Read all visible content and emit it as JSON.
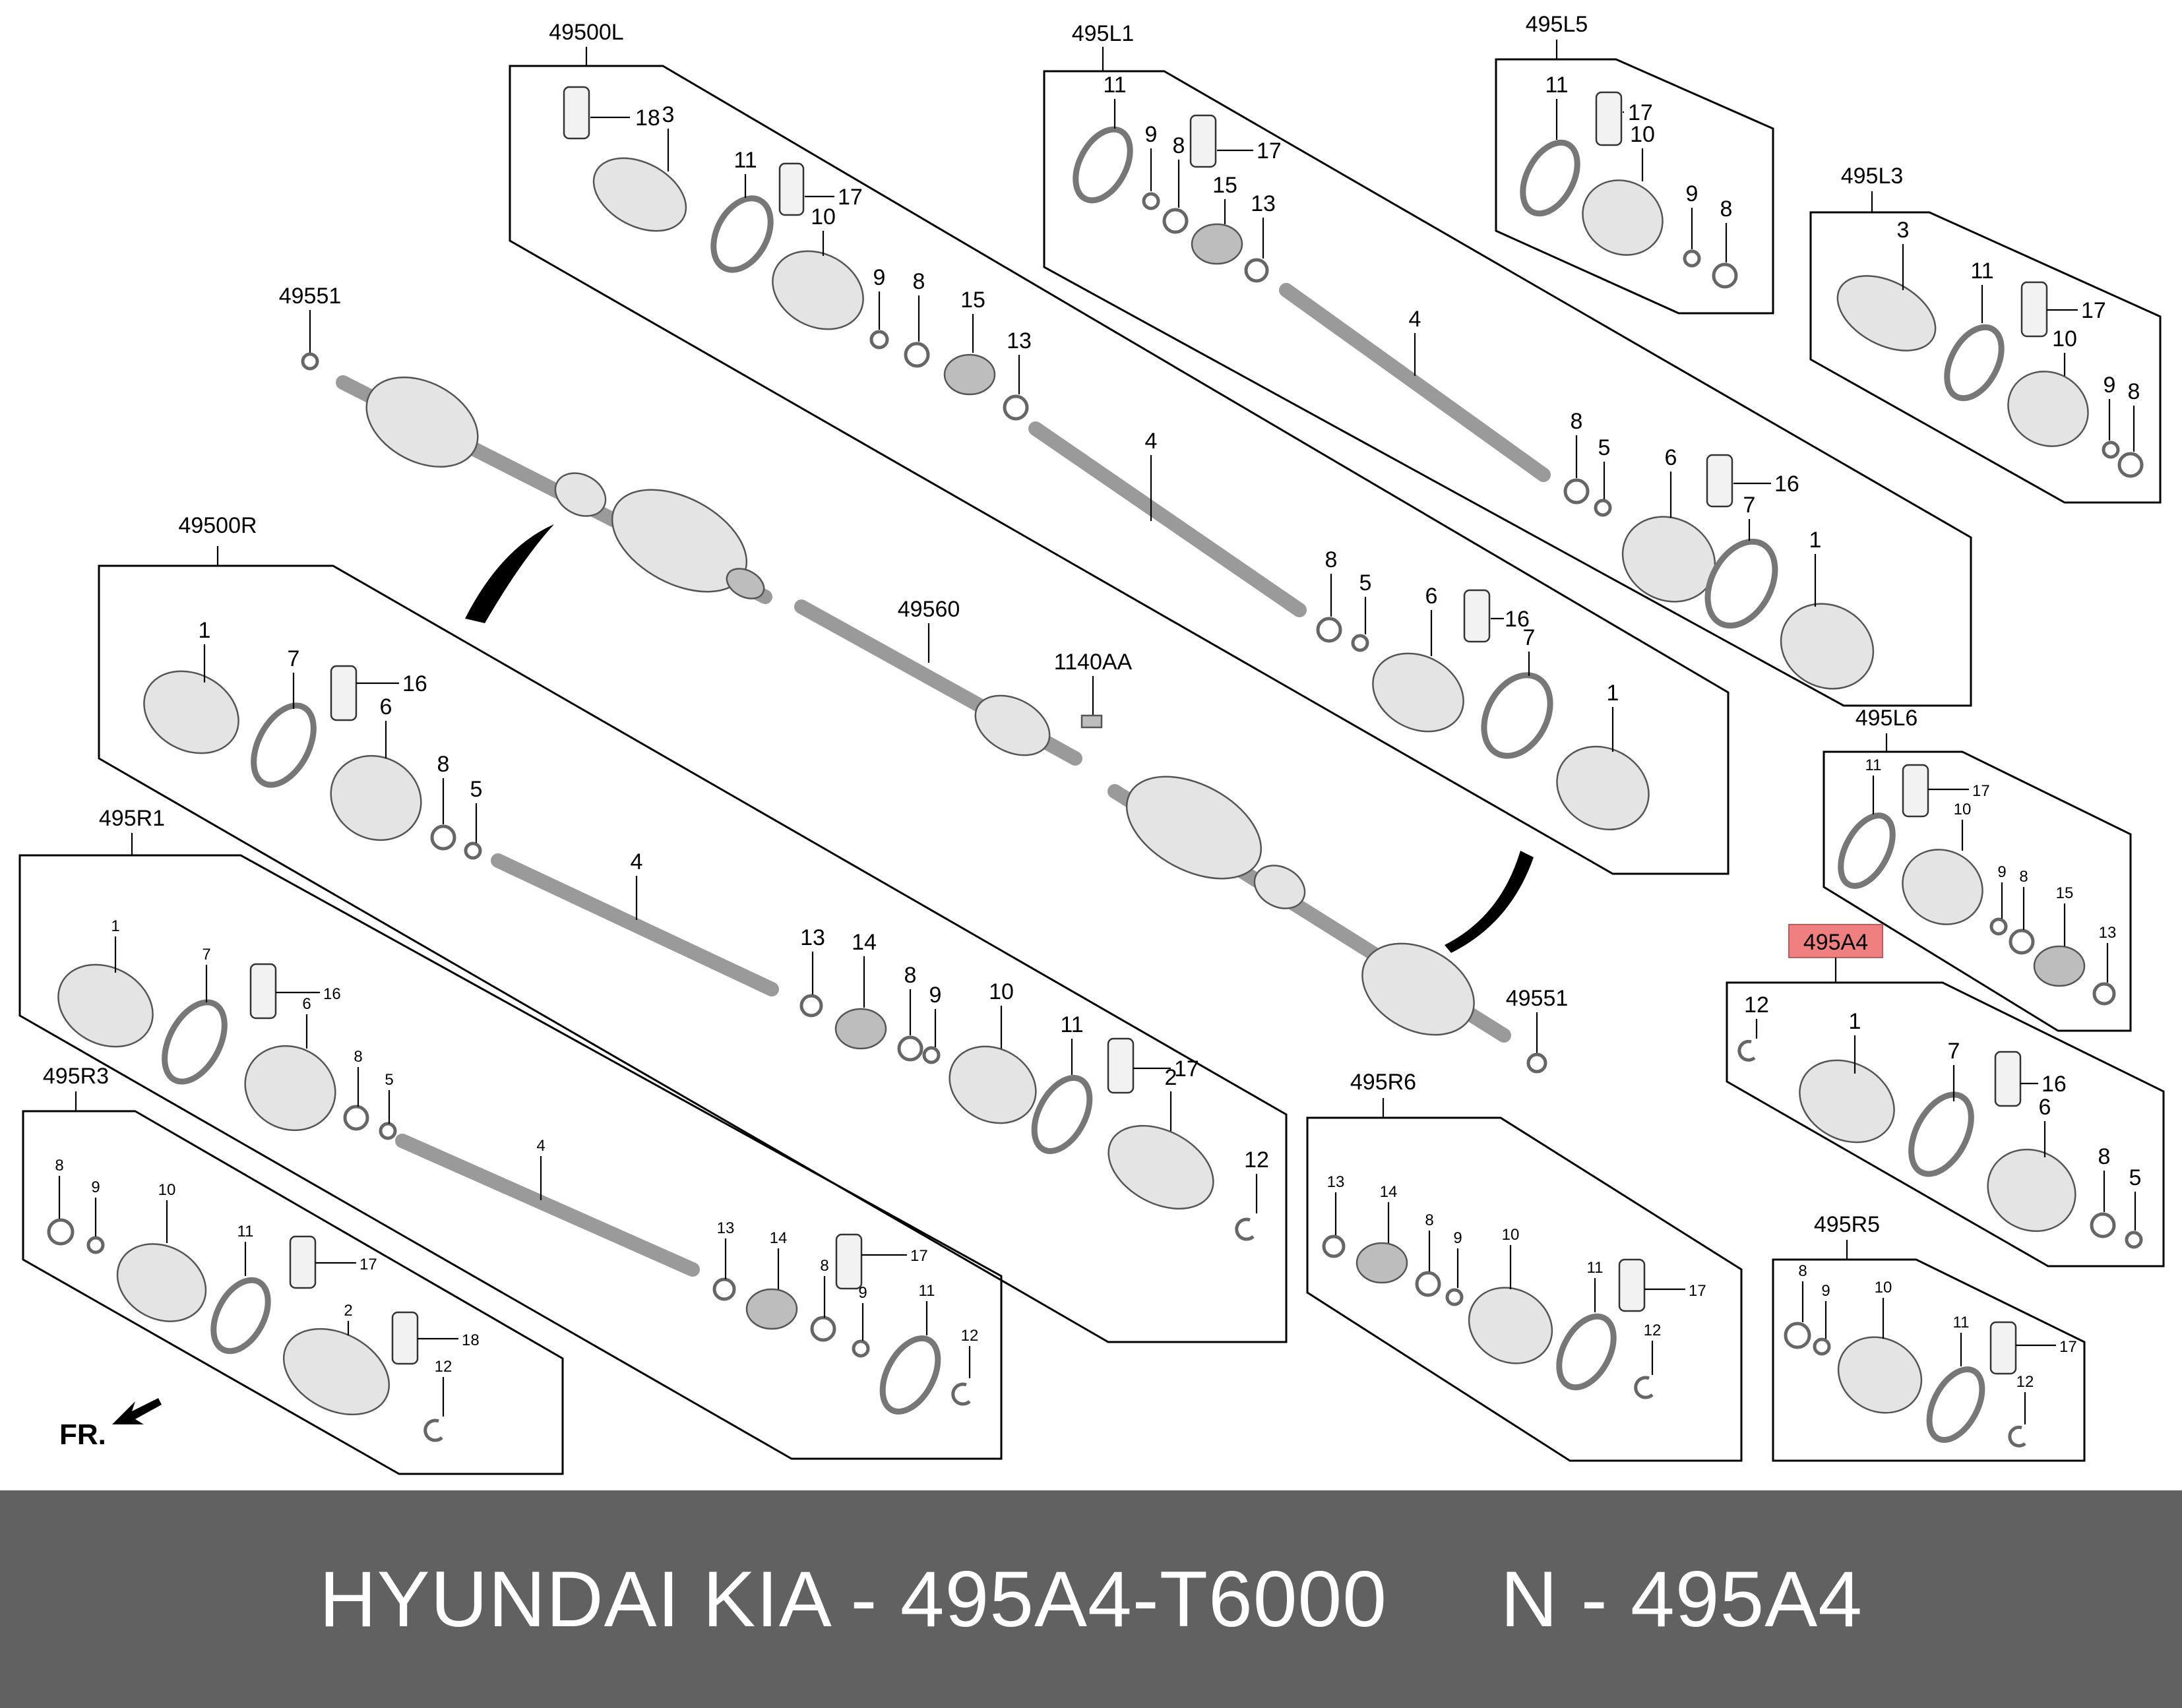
{
  "diagram": {
    "front_label": "FR.",
    "assemblies": {
      "a49500L": "49500L",
      "a495L1": "495L1",
      "a495L5": "495L5",
      "a495L3": "495L3",
      "a49500R": "49500R",
      "a495R1": "495R1",
      "a495R3": "495R3",
      "a495R6": "495R6",
      "a495L6": "495L6",
      "a495A4": "495A4",
      "a495R5": "495R5"
    },
    "loose_parts": {
      "p49551_top": "49551",
      "p49551_bottom": "49551",
      "p49560": "49560",
      "p1140AA": "1140AA"
    },
    "highlight_color": "#f08080",
    "callouts": {
      "L_18": "18",
      "L_3": "3",
      "L_11": "11",
      "L_17": "17",
      "L_10": "10",
      "L_9": "9",
      "L_8": "8",
      "L_15": "15",
      "L_13": "13",
      "L_4": "4",
      "L_8b": "8",
      "L_5": "5",
      "L_6": "6",
      "L_16": "16",
      "L_7": "7",
      "L_1": "1",
      "L1_11": "11",
      "L1_9": "9",
      "L1_8": "8",
      "L1_17": "17",
      "L1_15": "15",
      "L1_13": "13",
      "L1_4": "4",
      "L1_8b": "8",
      "L1_5": "5",
      "L1_6": "6",
      "L1_16": "16",
      "L1_7": "7",
      "L1_1": "1",
      "L5_11": "11",
      "L5_17": "17",
      "L5_10": "10",
      "L5_9": "9",
      "L5_8": "8",
      "L3_3": "3",
      "L3_11": "11",
      "L3_17": "17",
      "L3_10": "10",
      "L3_9": "9",
      "L3_8": "8",
      "R_1": "1",
      "R_7": "7",
      "R_16": "16",
      "R_6": "6",
      "R_8": "8",
      "R_5": "5",
      "R_4": "4",
      "R_13": "13",
      "R_14": "14",
      "R_8b": "8",
      "R_9": "9",
      "R_10": "10",
      "R_11": "11",
      "R_17": "17",
      "R_2": "2",
      "R_12": "12",
      "R1_1": "1",
      "R1_7": "7",
      "R1_16": "16",
      "R1_6": "6",
      "R1_8": "8",
      "R1_5": "5",
      "R1_4": "4",
      "R1_13": "13",
      "R1_14": "14",
      "R1_8b": "8",
      "R1_17": "17",
      "R1_9": "9",
      "R1_11": "11",
      "R1_12": "12",
      "R3_8": "8",
      "R3_9": "9",
      "R3_10": "10",
      "R3_11": "11",
      "R3_17": "17",
      "R3_2": "2",
      "R3_18": "18",
      "R3_12": "12",
      "R6_13": "13",
      "R6_14": "14",
      "R6_8": "8",
      "R6_9": "9",
      "R6_10": "10",
      "R6_11": "11",
      "R6_17": "17",
      "R6_12": "12",
      "L6_11": "11",
      "L6_17": "17",
      "L6_10": "10",
      "L6_9": "9",
      "L6_8": "8",
      "L6_15": "15",
      "L6_13": "13",
      "A4_12": "12",
      "A4_1": "1",
      "A4_7": "7",
      "A4_16": "16",
      "A4_6": "6",
      "A4_8": "8",
      "A4_5": "5",
      "R5_8": "8",
      "R5_9": "9",
      "R5_10": "10",
      "R5_11": "11",
      "R5_17": "17",
      "R5_12": "12"
    }
  },
  "footer": {
    "text": "HYUNDAI KIA - 495A4-T6000     N - 495A4"
  }
}
